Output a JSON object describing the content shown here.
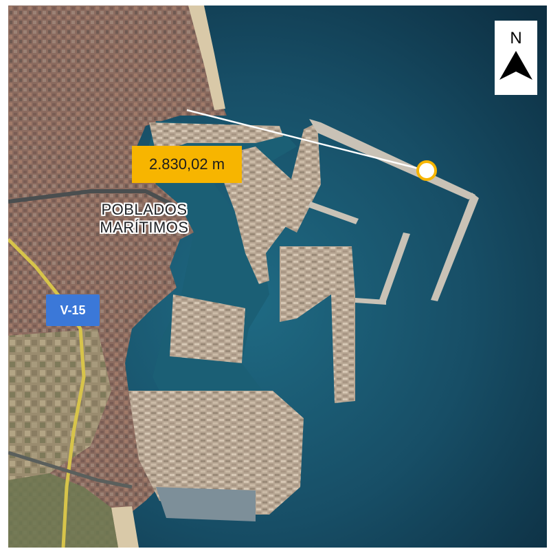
{
  "map": {
    "place_label_line1": "POBLADOS",
    "place_label_line2": "MARÍTIMOS",
    "road_badge": "V-15",
    "measurement": "2.830,02 m",
    "north_label": "N",
    "colors": {
      "sea_deep": "#0d2f42",
      "sea_shallow": "#1f6a83",
      "harbor_water": "#1b5f75",
      "land_urban": "#8d6a5e",
      "port_docks": "#b9a894",
      "beach": "#d9c9a8",
      "badge_blue": "#3b78d8",
      "measure_yellow": "#f7b500"
    },
    "icons": {
      "north_arrow": "north-arrow-icon",
      "measure_end": "measure-endpoint-icon"
    }
  }
}
